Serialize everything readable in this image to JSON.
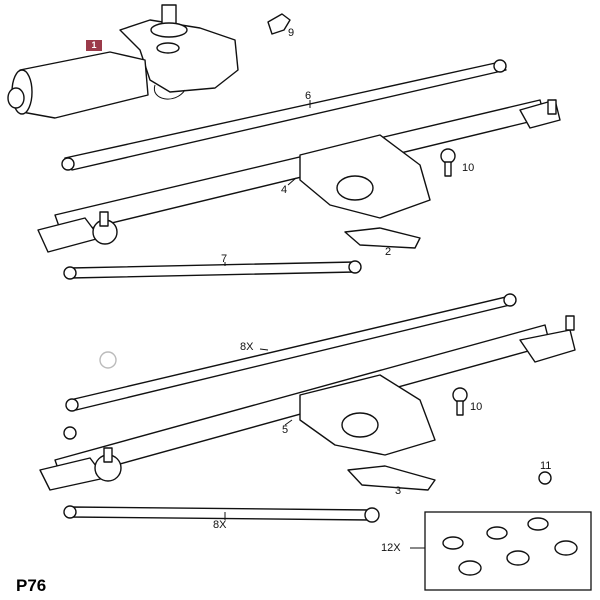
{
  "diagram": {
    "page_code": "P76",
    "highlight_color": "#9b3a4a",
    "callouts": {
      "motor": "1",
      "motor_bolt": "9",
      "upper_rod_long": "6",
      "upper_screw": "10",
      "upper_frame": "4",
      "upper_bracket": "2",
      "upper_rod_short": "7",
      "lower_rod_long": "8X",
      "lower_screw": "10",
      "lower_frame": "5",
      "lower_nut": "11",
      "lower_bracket": "3",
      "lower_rod_short": "8X",
      "bushing_kit": "12X"
    }
  }
}
